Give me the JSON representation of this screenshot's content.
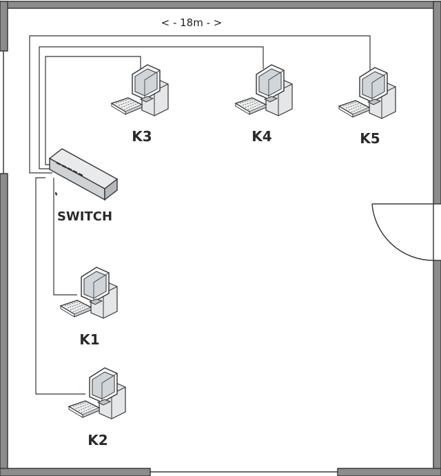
{
  "dimension_label": "< -  18m  - >",
  "switch": {
    "label": "SWITCH"
  },
  "computers": [
    {
      "id": "k1",
      "label": "K1"
    },
    {
      "id": "k2",
      "label": "K2"
    },
    {
      "id": "k3",
      "label": "K3"
    },
    {
      "id": "k4",
      "label": "K4"
    },
    {
      "id": "k5",
      "label": "K5"
    }
  ],
  "colors": {
    "wall": "#8c8c8c",
    "line": "#333333",
    "monitor_screen": "#d0d5da"
  }
}
